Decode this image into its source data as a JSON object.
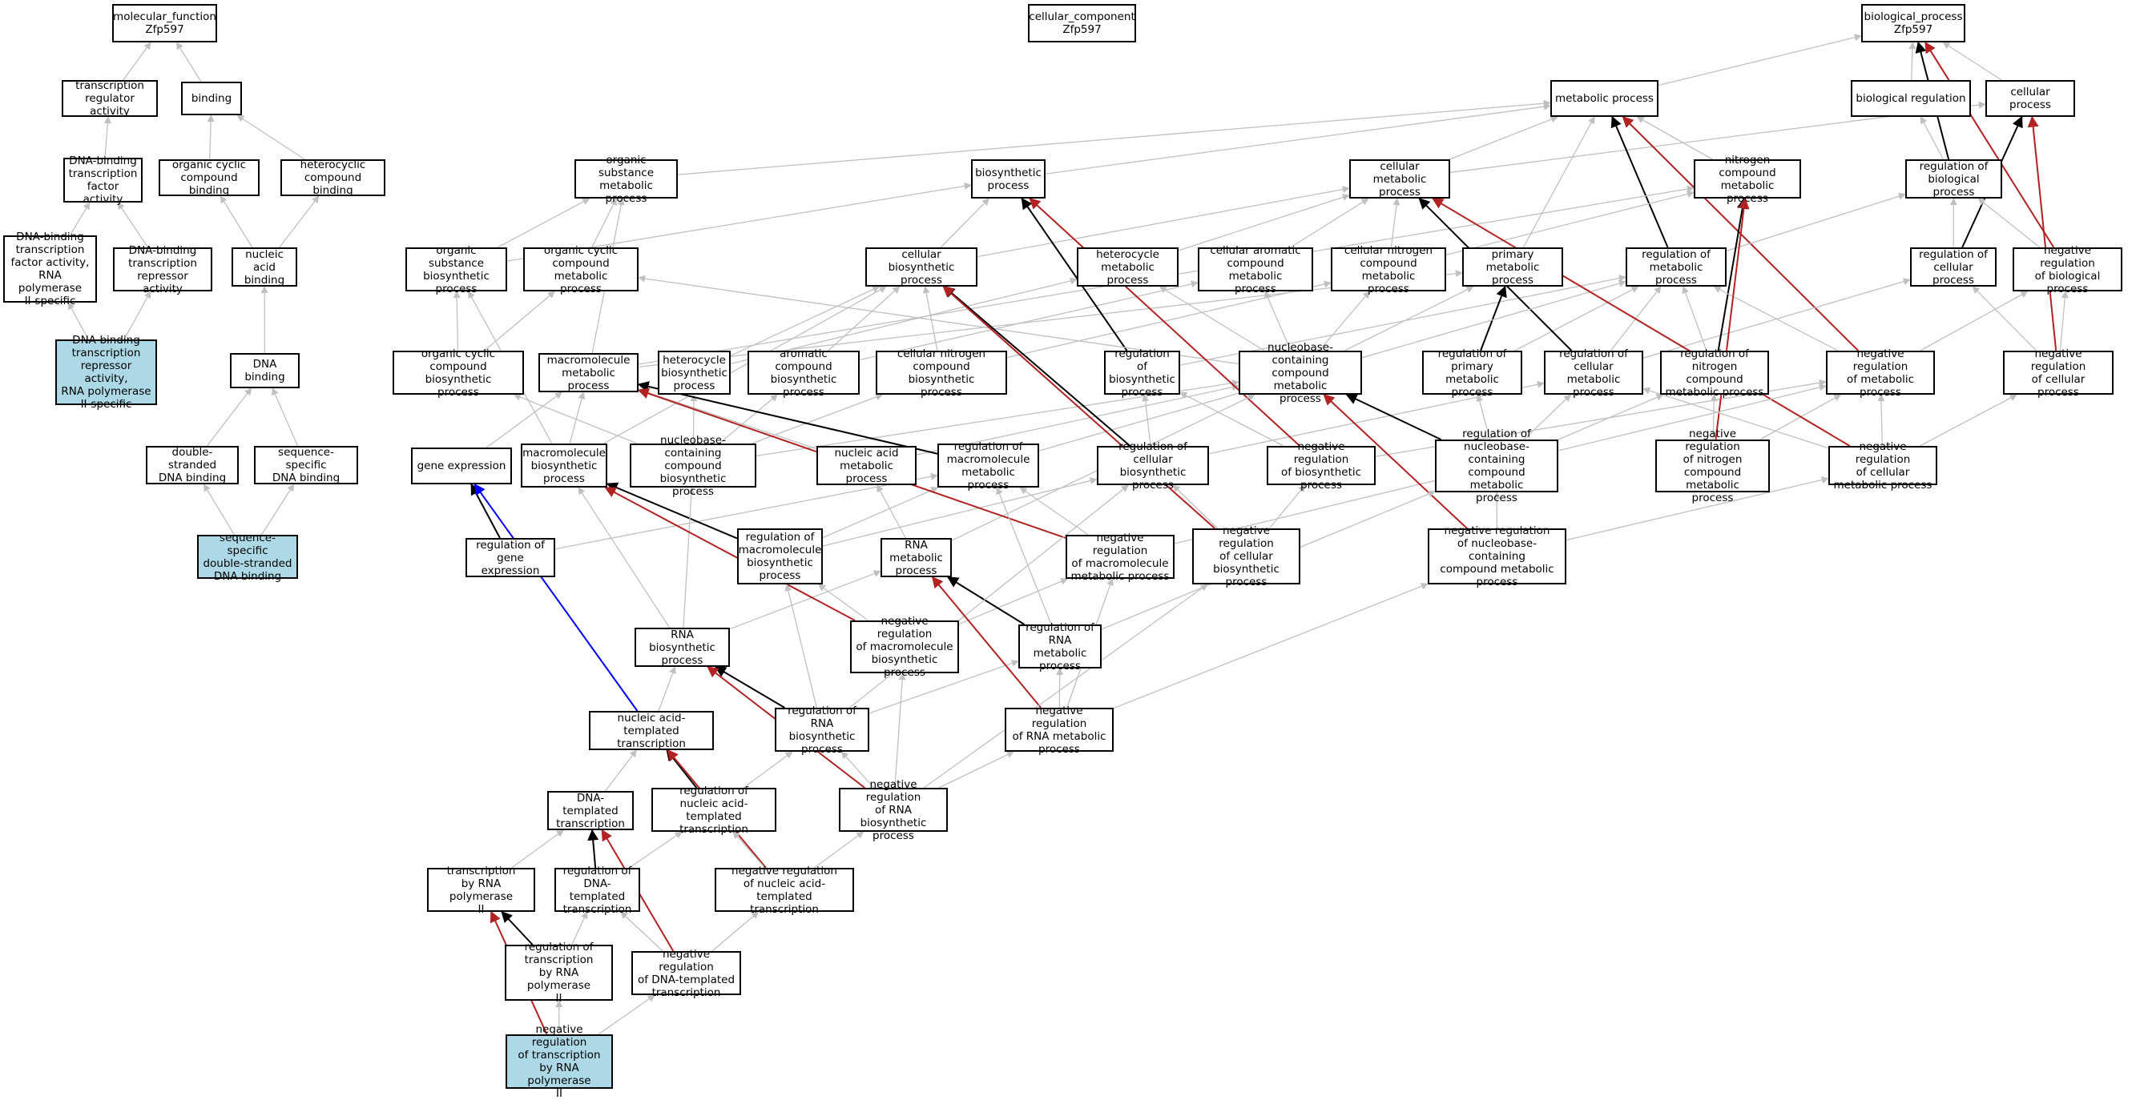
{
  "colors": {
    "gray": "#c0c0c0",
    "black": "#000000",
    "red": "#b22222",
    "blue": "#0000ff",
    "highlight": "#add8e6"
  },
  "nodes": {
    "mf_root": {
      "label": "molecular_function\nZfp597",
      "highlight": false
    },
    "cc_root": {
      "label": "cellular_component\nZfp597",
      "highlight": false
    },
    "bp_root": {
      "label": "biological_process\nZfp597",
      "highlight": false
    },
    "tr_activity": {
      "label": "transcription\nregulator activity",
      "highlight": false
    },
    "binding": {
      "label": "binding",
      "highlight": false
    },
    "dbtf": {
      "label": "DNA-binding\ntranscription\nfactor activity",
      "highlight": false
    },
    "occb": {
      "label": "organic cyclic\ncompound binding",
      "highlight": false
    },
    "hcb": {
      "label": "heterocyclic\ncompound binding",
      "highlight": false
    },
    "dbtf_rna2": {
      "label": "DNA-binding\ntranscription\nfactor activity,\nRNA polymerase\nII-specific",
      "highlight": false
    },
    "dbtr": {
      "label": "DNA-binding\ntranscription\nrepressor activity",
      "highlight": false
    },
    "nab": {
      "label": "nucleic acid\nbinding",
      "highlight": false
    },
    "dbtr_rna2": {
      "label": "DNA-binding\ntranscription\nrepressor activity,\nRNA polymerase\nII-specific",
      "highlight": true
    },
    "dnab": {
      "label": "DNA binding",
      "highlight": false
    },
    "dsdna": {
      "label": "double-stranded\nDNA binding",
      "highlight": false
    },
    "ssdna": {
      "label": "sequence-specific\nDNA binding",
      "highlight": false
    },
    "ssdsdna": {
      "label": "sequence-specific\ndouble-stranded\nDNA binding",
      "highlight": true
    },
    "metab": {
      "label": "metabolic process",
      "highlight": false
    },
    "bioreg": {
      "label": "biological regulation",
      "highlight": false
    },
    "cellproc": {
      "label": "cellular process",
      "highlight": false
    },
    "osmp": {
      "label": "organic substance\nmetabolic process",
      "highlight": false
    },
    "biosyn": {
      "label": "biosynthetic\nprocess",
      "highlight": false
    },
    "cmp": {
      "label": "cellular metabolic\nprocess",
      "highlight": false
    },
    "ncmp": {
      "label": "nitrogen compound\nmetabolic process",
      "highlight": false
    },
    "regbp": {
      "label": "regulation of\nbiological process",
      "highlight": false
    },
    "osbp": {
      "label": "organic substance\nbiosynthetic\nprocess",
      "highlight": false
    },
    "occmp": {
      "label": "organic cyclic\ncompound metabolic\nprocess",
      "highlight": false
    },
    "cbp": {
      "label": "cellular biosynthetic\nprocess",
      "highlight": false
    },
    "hmp": {
      "label": "heterocycle\nmetabolic process",
      "highlight": false
    },
    "cacmp": {
      "label": "cellular aromatic\ncompound metabolic\nprocess",
      "highlight": false
    },
    "cncmp": {
      "label": "cellular nitrogen\ncompound metabolic\nprocess",
      "highlight": false
    },
    "pmp": {
      "label": "primary metabolic\nprocess",
      "highlight": false
    },
    "regmp": {
      "label": "regulation of\nmetabolic process",
      "highlight": false
    },
    "regcp": {
      "label": "regulation of\ncellular process",
      "highlight": false
    },
    "negregbp": {
      "label": "negative regulation\nof biological\nprocess",
      "highlight": false
    },
    "occbp": {
      "label": "organic cyclic\ncompound biosynthetic\nprocess",
      "highlight": false
    },
    "macmp": {
      "label": "macromolecule\nmetabolic process",
      "highlight": false
    },
    "hbp": {
      "label": "heterocycle\nbiosynthetic\nprocess",
      "highlight": false
    },
    "acbp": {
      "label": "aromatic compound\nbiosynthetic\nprocess",
      "highlight": false
    },
    "cncbp": {
      "label": "cellular nitrogen\ncompound biosynthetic\nprocess",
      "highlight": false
    },
    "regbsp": {
      "label": "regulation of\nbiosynthetic\nprocess",
      "highlight": false
    },
    "nbcmp": {
      "label": "nucleobase-containing\ncompound metabolic\nprocess",
      "highlight": false
    },
    "regpmp": {
      "label": "regulation of\nprimary metabolic\nprocess",
      "highlight": false
    },
    "regcmp": {
      "label": "regulation of\ncellular metabolic\nprocess",
      "highlight": false
    },
    "regncmp": {
      "label": "regulation of\nnitrogen compound\nmetabolic process",
      "highlight": false
    },
    "negregmp": {
      "label": "negative regulation\nof metabolic\nprocess",
      "highlight": false
    },
    "negregcp": {
      "label": "negative regulation\nof cellular\nprocess",
      "highlight": false
    },
    "geneexp": {
      "label": "gene expression",
      "highlight": false
    },
    "macbp": {
      "label": "macromolecule\nbiosynthetic\nprocess",
      "highlight": false
    },
    "nbcbp": {
      "label": "nucleobase-containing\ncompound biosynthetic\nprocess",
      "highlight": false
    },
    "namp": {
      "label": "nucleic acid\nmetabolic process",
      "highlight": false
    },
    "regmacmp": {
      "label": "regulation of\nmacromolecule\nmetabolic process",
      "highlight": false
    },
    "regcbp": {
      "label": "regulation of\ncellular biosynthetic\nprocess",
      "highlight": false
    },
    "negregbsp": {
      "label": "negative regulation\nof biosynthetic\nprocess",
      "highlight": false
    },
    "regnbcmp": {
      "label": "regulation of\nnucleobase-containing\ncompound metabolic\nprocess",
      "highlight": false
    },
    "negregncmp": {
      "label": "negative regulation\nof nitrogen\ncompound metabolic\nprocess",
      "highlight": false
    },
    "negregcmp": {
      "label": "negative regulation\nof cellular\nmetabolic process",
      "highlight": false
    },
    "reggeneexp": {
      "label": "regulation of\ngene expression",
      "highlight": false
    },
    "regmacbp": {
      "label": "regulation of\nmacromolecule\nbiosynthetic\nprocess",
      "highlight": false
    },
    "rnamp": {
      "label": "RNA metabolic\nprocess",
      "highlight": false
    },
    "negregmacmp": {
      "label": "negative regulation\nof macromolecule\nmetabolic process",
      "highlight": false
    },
    "negregcbp": {
      "label": "negative regulation\nof cellular\nbiosynthetic\nprocess",
      "highlight": false
    },
    "negregnbcmp": {
      "label": "negative regulation\nof nucleobase-containing\ncompound metabolic\nprocess",
      "highlight": false
    },
    "rnabp": {
      "label": "RNA biosynthetic\nprocess",
      "highlight": false
    },
    "negregmacbp": {
      "label": "negative regulation\nof macromolecule\nbiosynthetic\nprocess",
      "highlight": false
    },
    "regrnamp": {
      "label": "regulation of\nRNA metabolic\nprocess",
      "highlight": false
    },
    "natt": {
      "label": "nucleic acid-templated\ntranscription",
      "highlight": false
    },
    "regrnabp": {
      "label": "regulation of\nRNA biosynthetic\nprocess",
      "highlight": false
    },
    "negregrnamp": {
      "label": "negative regulation\nof RNA metabolic\nprocess",
      "highlight": false
    },
    "dnatt": {
      "label": "DNA-templated\ntranscription",
      "highlight": false
    },
    "regnatt": {
      "label": "regulation of\nnucleic acid-templated\ntranscription",
      "highlight": false
    },
    "negregrnabp": {
      "label": "negative regulation\nof RNA biosynthetic\nprocess",
      "highlight": false
    },
    "trrnap2": {
      "label": "transcription\nby RNA polymerase\nII",
      "highlight": false
    },
    "regdnatt": {
      "label": "regulation of\nDNA-templated\ntranscription",
      "highlight": false
    },
    "negregnatt": {
      "label": "negative regulation\nof nucleic acid-templated\ntranscription",
      "highlight": false
    },
    "regtrrnap2": {
      "label": "regulation of\ntranscription\nby RNA polymerase\nII",
      "highlight": false
    },
    "negregdnatt": {
      "label": "negative regulation\nof DNA-templated\ntranscription",
      "highlight": false
    },
    "negregtrrnap2": {
      "label": "negative regulation\nof transcription\nby RNA polymerase\nII",
      "highlight": true
    }
  },
  "edges": [
    [
      "tr_activity",
      "mf_root",
      "gray"
    ],
    [
      "binding",
      "mf_root",
      "gray"
    ],
    [
      "dbtf",
      "tr_activity",
      "gray"
    ],
    [
      "occb",
      "binding",
      "gray"
    ],
    [
      "hcb",
      "binding",
      "gray"
    ],
    [
      "dbtf_rna2",
      "dbtf",
      "gray"
    ],
    [
      "dbtr",
      "dbtf",
      "gray"
    ],
    [
      "nab",
      "occb",
      "gray"
    ],
    [
      "nab",
      "hcb",
      "gray"
    ],
    [
      "dbtr_rna2",
      "dbtf_rna2",
      "gray"
    ],
    [
      "dbtr_rna2",
      "dbtr",
      "gray"
    ],
    [
      "dnab",
      "nab",
      "gray"
    ],
    [
      "dsdna",
      "dnab",
      "gray"
    ],
    [
      "ssdna",
      "dnab",
      "gray"
    ],
    [
      "ssdsdna",
      "dsdna",
      "gray"
    ],
    [
      "ssdsdna",
      "ssdna",
      "gray"
    ],
    [
      "metab",
      "bp_root",
      "gray"
    ],
    [
      "bioreg",
      "bp_root",
      "gray"
    ],
    [
      "cellproc",
      "bp_root",
      "gray"
    ],
    [
      "regbp",
      "bioreg",
      "gray"
    ],
    [
      "regbp",
      "bp_root",
      "black"
    ],
    [
      "negregbp",
      "bp_root",
      "red"
    ],
    [
      "osmp",
      "metab",
      "gray"
    ],
    [
      "biosyn",
      "metab",
      "gray"
    ],
    [
      "cmp",
      "metab",
      "gray"
    ],
    [
      "ncmp",
      "metab",
      "gray"
    ],
    [
      "cmp",
      "cellproc",
      "gray"
    ],
    [
      "pmp",
      "metab",
      "gray"
    ],
    [
      "regmp",
      "metab",
      "black"
    ],
    [
      "negregmp",
      "metab",
      "red"
    ],
    [
      "osbp",
      "osmp",
      "gray"
    ],
    [
      "osbp",
      "biosyn",
      "gray"
    ],
    [
      "occmp",
      "osmp",
      "gray"
    ],
    [
      "cbp",
      "biosyn",
      "gray"
    ],
    [
      "cbp",
      "cmp",
      "gray"
    ],
    [
      "hmp",
      "cmp",
      "gray"
    ],
    [
      "cacmp",
      "cmp",
      "gray"
    ],
    [
      "cncmp",
      "cmp",
      "gray"
    ],
    [
      "cncmp",
      "ncmp",
      "gray"
    ],
    [
      "regmp",
      "regbp",
      "gray"
    ],
    [
      "regcp",
      "regbp",
      "gray"
    ],
    [
      "regcp",
      "cellproc",
      "black"
    ],
    [
      "negregbp",
      "regbp",
      "gray"
    ],
    [
      "negregcp",
      "cellproc",
      "red"
    ],
    [
      "occbp",
      "osbp",
      "gray"
    ],
    [
      "occbp",
      "occmp",
      "gray"
    ],
    [
      "macmp",
      "osmp",
      "gray"
    ],
    [
      "macmp",
      "pmp",
      "gray"
    ],
    [
      "macmp",
      "ncmp",
      "gray"
    ],
    [
      "hbp",
      "cbp",
      "gray"
    ],
    [
      "hbp",
      "hmp",
      "gray"
    ],
    [
      "acbp",
      "cbp",
      "gray"
    ],
    [
      "acbp",
      "cacmp",
      "gray"
    ],
    [
      "cncbp",
      "cbp",
      "gray"
    ],
    [
      "cncbp",
      "cncmp",
      "gray"
    ],
    [
      "regbsp",
      "biosyn",
      "black"
    ],
    [
      "regbsp",
      "regmp",
      "gray"
    ],
    [
      "nbcmp",
      "cncmp",
      "gray"
    ],
    [
      "nbcmp",
      "hmp",
      "gray"
    ],
    [
      "nbcmp",
      "cacmp",
      "gray"
    ],
    [
      "nbcmp",
      "occmp",
      "gray"
    ],
    [
      "nbcmp",
      "pmp",
      "gray"
    ],
    [
      "regpmp",
      "pmp",
      "black"
    ],
    [
      "regpmp",
      "regmp",
      "gray"
    ],
    [
      "regcmp",
      "cmp",
      "black"
    ],
    [
      "regcmp",
      "regmp",
      "gray"
    ],
    [
      "regcmp",
      "regcp",
      "gray"
    ],
    [
      "regncmp",
      "ncmp",
      "black"
    ],
    [
      "regncmp",
      "regmp",
      "gray"
    ],
    [
      "negregmp",
      "regmp",
      "gray"
    ],
    [
      "negregmp",
      "negregbp",
      "gray"
    ],
    [
      "negregcp",
      "regcp",
      "gray"
    ],
    [
      "negregcp",
      "negregbp",
      "gray"
    ],
    [
      "geneexp",
      "macmp",
      "gray"
    ],
    [
      "macbp",
      "macmp",
      "gray"
    ],
    [
      "macbp",
      "cbp",
      "gray"
    ],
    [
      "macbp",
      "osbp",
      "gray"
    ],
    [
      "nbcbp",
      "nbcmp",
      "gray"
    ],
    [
      "nbcbp",
      "hbp",
      "gray"
    ],
    [
      "nbcbp",
      "acbp",
      "gray"
    ],
    [
      "nbcbp",
      "occbp",
      "gray"
    ],
    [
      "nbcbp",
      "cncbp",
      "gray"
    ],
    [
      "namp",
      "macmp",
      "gray"
    ],
    [
      "namp",
      "nbcmp",
      "gray"
    ],
    [
      "regmacmp",
      "macmp",
      "black"
    ],
    [
      "regmacmp",
      "regmp",
      "gray"
    ],
    [
      "regcbp",
      "cbp",
      "black"
    ],
    [
      "regcbp",
      "regbsp",
      "gray"
    ],
    [
      "regcbp",
      "regcmp",
      "gray"
    ],
    [
      "negregbsp",
      "biosyn",
      "red"
    ],
    [
      "negregbsp",
      "regbsp",
      "gray"
    ],
    [
      "negregbsp",
      "negregmp",
      "gray"
    ],
    [
      "regnbcmp",
      "nbcmp",
      "black"
    ],
    [
      "regnbcmp",
      "regcmp",
      "gray"
    ],
    [
      "regnbcmp",
      "regpmp",
      "gray"
    ],
    [
      "regnbcmp",
      "regncmp",
      "gray"
    ],
    [
      "negregncmp",
      "ncmp",
      "red"
    ],
    [
      "negregncmp",
      "regncmp",
      "gray"
    ],
    [
      "negregncmp",
      "negregmp",
      "gray"
    ],
    [
      "negregcmp",
      "cmp",
      "red"
    ],
    [
      "negregcmp",
      "regcmp",
      "gray"
    ],
    [
      "negregcmp",
      "negregmp",
      "gray"
    ],
    [
      "negregcmp",
      "negregcp",
      "gray"
    ],
    [
      "reggeneexp",
      "geneexp",
      "black"
    ],
    [
      "reggeneexp",
      "regmacmp",
      "gray"
    ],
    [
      "regmacbp",
      "macbp",
      "black"
    ],
    [
      "regmacbp",
      "regmacmp",
      "gray"
    ],
    [
      "regmacbp",
      "regcbp",
      "gray"
    ],
    [
      "rnamp",
      "namp",
      "gray"
    ],
    [
      "rnamp",
      "nbcmp",
      "gray"
    ],
    [
      "negregmacmp",
      "macmp",
      "red"
    ],
    [
      "negregmacmp",
      "regmacmp",
      "gray"
    ],
    [
      "negregmacmp",
      "negregmp",
      "gray"
    ],
    [
      "negregcbp",
      "cbp",
      "red"
    ],
    [
      "negregcbp",
      "regcbp",
      "gray"
    ],
    [
      "negregcbp",
      "negregbsp",
      "gray"
    ],
    [
      "negregnbcmp",
      "nbcmp",
      "red"
    ],
    [
      "negregnbcmp",
      "regnbcmp",
      "gray"
    ],
    [
      "negregnbcmp",
      "negregcmp",
      "gray"
    ],
    [
      "rnabp",
      "rnamp",
      "gray"
    ],
    [
      "rnabp",
      "macbp",
      "gray"
    ],
    [
      "rnabp",
      "nbcbp",
      "gray"
    ],
    [
      "negregmacbp",
      "macbp",
      "red"
    ],
    [
      "negregmacbp",
      "regmacbp",
      "gray"
    ],
    [
      "negregmacbp",
      "negregmacmp",
      "gray"
    ],
    [
      "regrnamp",
      "rnamp",
      "black"
    ],
    [
      "regrnamp",
      "regmacmp",
      "gray"
    ],
    [
      "regrnamp",
      "regnbcmp",
      "gray"
    ],
    [
      "natt",
      "rnabp",
      "gray"
    ],
    [
      "natt",
      "geneexp",
      "blue"
    ],
    [
      "regrnabp",
      "rnabp",
      "black"
    ],
    [
      "regrnabp",
      "regmacbp",
      "gray"
    ],
    [
      "regrnabp",
      "regrnamp",
      "gray"
    ],
    [
      "regrnabp",
      "regcbp",
      "gray"
    ],
    [
      "negregrnamp",
      "rnamp",
      "red"
    ],
    [
      "negregrnamp",
      "regrnamp",
      "gray"
    ],
    [
      "negregrnamp",
      "negregmacmp",
      "gray"
    ],
    [
      "negregrnamp",
      "negregnbcmp",
      "gray"
    ],
    [
      "dnatt",
      "natt",
      "gray"
    ],
    [
      "regnatt",
      "natt",
      "black"
    ],
    [
      "regnatt",
      "regrnabp",
      "gray"
    ],
    [
      "negregrnabp",
      "rnabp",
      "red"
    ],
    [
      "negregrnabp",
      "regrnabp",
      "gray"
    ],
    [
      "negregrnabp",
      "negregmacbp",
      "gray"
    ],
    [
      "negregrnabp",
      "negregrnamp",
      "gray"
    ],
    [
      "negregrnabp",
      "negregcbp",
      "gray"
    ],
    [
      "trrnap2",
      "dnatt",
      "gray"
    ],
    [
      "regdnatt",
      "dnatt",
      "black"
    ],
    [
      "regdnatt",
      "regnatt",
      "gray"
    ],
    [
      "negregnatt",
      "natt",
      "red"
    ],
    [
      "negregnatt",
      "regnatt",
      "gray"
    ],
    [
      "negregnatt",
      "negregrnabp",
      "gray"
    ],
    [
      "regtrrnap2",
      "trrnap2",
      "black"
    ],
    [
      "regtrrnap2",
      "regdnatt",
      "gray"
    ],
    [
      "negregdnatt",
      "dnatt",
      "red"
    ],
    [
      "negregdnatt",
      "regdnatt",
      "gray"
    ],
    [
      "negregdnatt",
      "negregnatt",
      "gray"
    ],
    [
      "negregtrrnap2",
      "trrnap2",
      "red"
    ],
    [
      "negregtrrnap2",
      "regtrrnap2",
      "gray"
    ],
    [
      "negregtrrnap2",
      "negregdnatt",
      "gray"
    ],
    [
      "reggeneexp",
      "reggeneexp",
      "none"
    ]
  ]
}
